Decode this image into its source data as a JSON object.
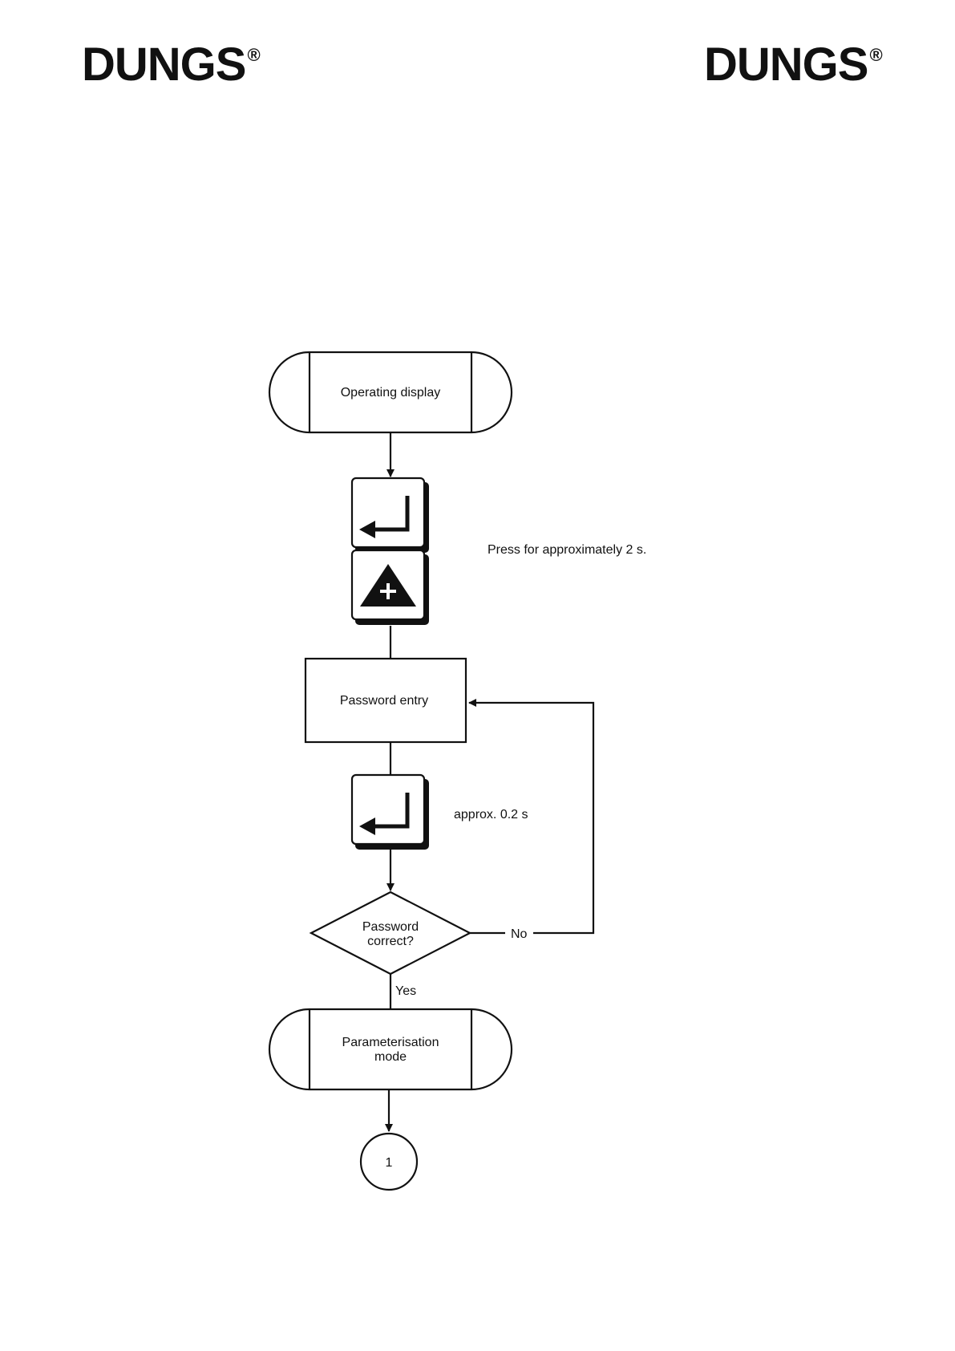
{
  "header": {
    "logo_left": "DUNGS",
    "logo_right": "DUNGS",
    "registered_mark": "®"
  },
  "diagram": {
    "nodes": {
      "start": "Operating display",
      "password_entry": "Password entry",
      "decision_line1": "Password",
      "decision_line2": "correct?",
      "param_line1": "Parameterisation",
      "param_line2": "mode",
      "connector": "1"
    },
    "keys": {
      "enter_icon": "enter-key-icon",
      "plus_icon": "plus-triangle-key-icon"
    },
    "annotations": {
      "press_hold": "Press for approximately 2 s.",
      "press_short": "approx. 0.2 s"
    },
    "edges": {
      "no_label": "No",
      "yes_label": "Yes"
    }
  }
}
